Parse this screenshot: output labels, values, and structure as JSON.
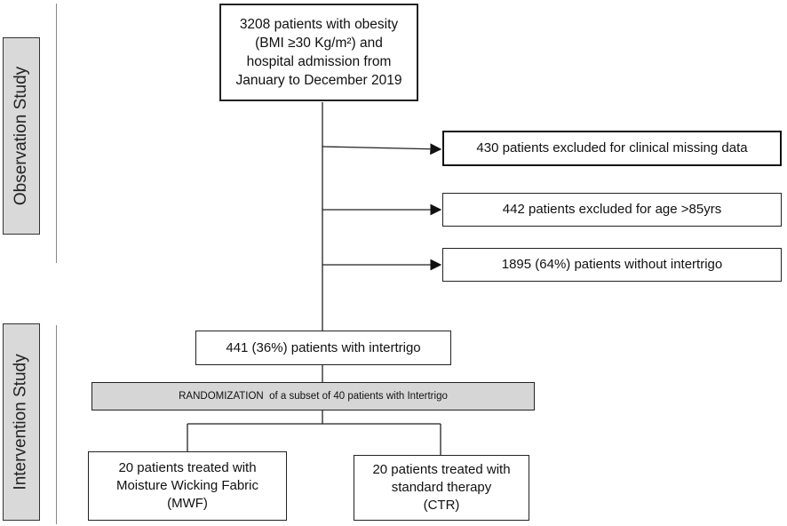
{
  "sections": {
    "observation": "Observation Study",
    "intervention": "Intervention Study"
  },
  "boxes": {
    "initial": [
      "3208 patients with obesity",
      "(BMI ≥30 Kg/m²) and",
      "hospital admission from",
      "January to December 2019"
    ],
    "excl_missing": "430 patients excluded for clinical missing data",
    "excl_age": "442 patients excluded for age >85yrs",
    "without_intertrigo": "1895 (64%) patients without intertrigo",
    "with_intertrigo": "441 (36%) patients with intertrigo",
    "randomization": "RANDOMIZATION  of a subset of 40 patients with Intertrigo",
    "mwf": [
      "20 patients treated with",
      "Moisture Wicking Fabric",
      "(MWF)"
    ],
    "ctr": [
      "20 patients treated with",
      "standard therapy",
      "(CTR)"
    ]
  }
}
